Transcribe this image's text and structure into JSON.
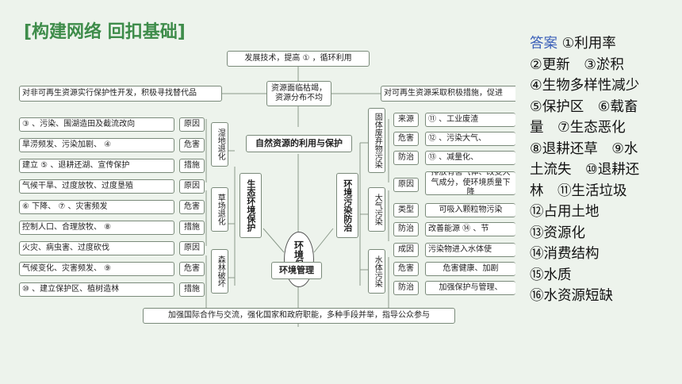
{
  "title": "[构建网络 回扣基础]",
  "center": "环境保护",
  "top": {
    "a": "发展技术，提高  ①  ，循环利用",
    "b1": "资源面临枯竭，",
    "b2": "资源分布不均",
    "left_note": "对非可再生资源实行保护性开发，积极寻找替代品",
    "right_note": "对可再生资源采取积极措施，促进",
    "natural": "自然资源的利用与保护",
    "mgmt": "环境管理",
    "bottom": "加强国际合作与交流，强化国家和政府职能，多种手段并举，指导公众参与"
  },
  "eco": {
    "label": "生态环境保护",
    "groups": [
      {
        "name": "湿地退化",
        "rows": [
          {
            "text": "  ③  、污染、围湖造田及截流改向",
            "tag": "原因"
          },
          {
            "text": "旱涝频发、污染加剧、  ④",
            "tag": "危害"
          },
          {
            "text": "建立  ⑤  、退耕还湖、宣传保护",
            "tag": "措施"
          }
        ]
      },
      {
        "name": "草场退化",
        "rows": [
          {
            "text": "气候干旱、过度放牧、过度垦殖",
            "tag": "原因"
          },
          {
            "text": "  ⑥  下降、  ⑦  、灾害频发",
            "tag": "危害"
          },
          {
            "text": "控制人口、合理放牧、  ⑧",
            "tag": "措施"
          }
        ]
      },
      {
        "name": "森林破坏",
        "rows": [
          {
            "text": "火灾、病虫害、过度砍伐",
            "tag": "原因"
          },
          {
            "text": "气候变化、灾害频发、  ⑨",
            "tag": "危害"
          },
          {
            "text": "  ⑩  、建立保护区、植树造林",
            "tag": "措施"
          }
        ]
      }
    ]
  },
  "pollution": {
    "label": "环境污染防治",
    "groups": [
      {
        "name": "固体废弃物污染",
        "rows": [
          {
            "tag": "来源",
            "text": "  ⑪  、工业废渣"
          },
          {
            "tag": "危害",
            "text": "  ⑫  、污染大气、"
          },
          {
            "tag": "防治",
            "text": "  ⑬  、减量化、"
          }
        ]
      },
      {
        "name": "大气污染",
        "rows": [
          {
            "tag": "原因",
            "text": "排放有害气体、改变大气成分，使环境质量下降"
          },
          {
            "tag": "类型",
            "text": "可吸入颗粒物污染"
          },
          {
            "tag": "防治",
            "text": "改善能源  ⑭  、节"
          }
        ]
      },
      {
        "name": "水体污染",
        "rows": [
          {
            "tag": "成因",
            "text": "污染物进入水体使"
          },
          {
            "tag": "危害",
            "text": "危害健康、加剧"
          },
          {
            "tag": "防治",
            "text": "加强保护与管理、"
          }
        ]
      }
    ]
  },
  "answers": {
    "label": "答案",
    "lines": [
      "①利用率",
      "②更新　③淤积",
      "④生物多样性减少",
      "⑤保护区　⑥载畜",
      "量　⑦生态恶化",
      "⑧退耕还草　⑨水",
      "土流失　⑩退耕还",
      "林　⑪生活垃圾",
      "⑫占用土地",
      "⑬资源化",
      "⑭消费结构",
      "⑮水质",
      "⑯水资源短缺"
    ]
  },
  "colors": {
    "background": "#edf3ec",
    "title": "#3e8c4a",
    "answer_label": "#3a5fb8"
  }
}
